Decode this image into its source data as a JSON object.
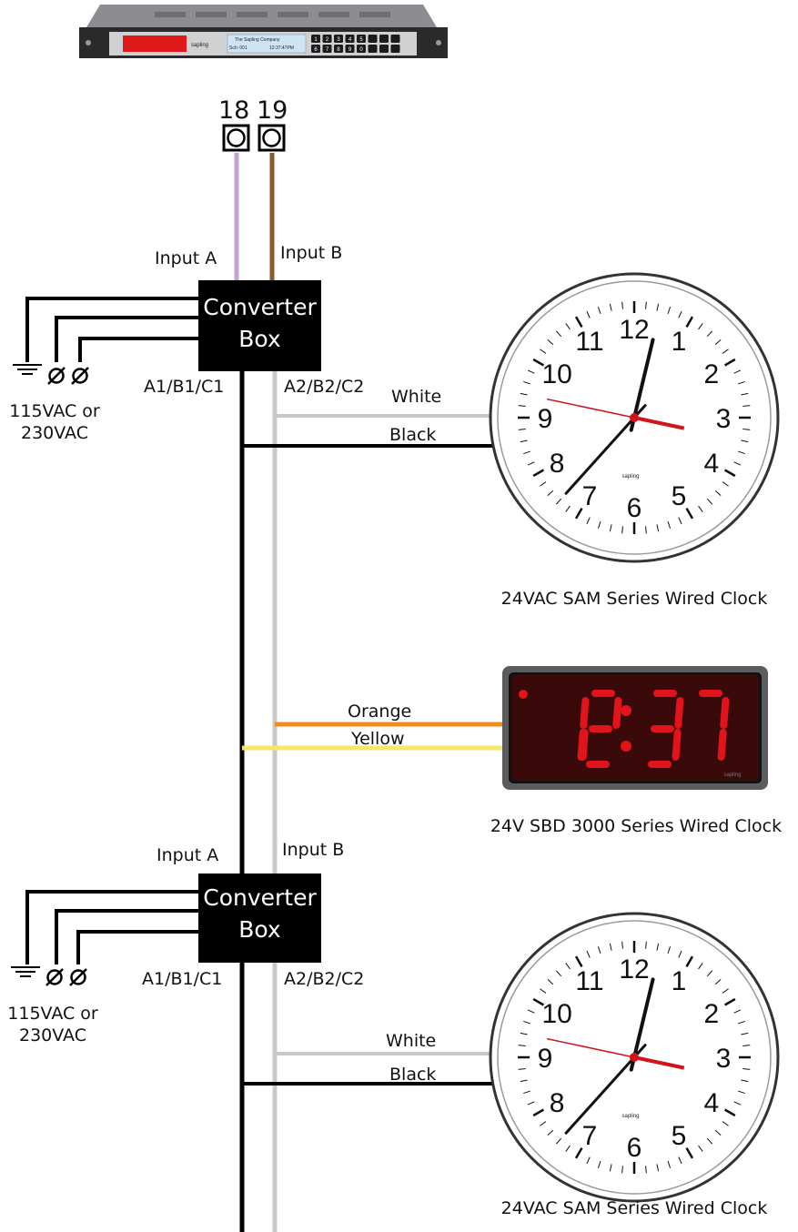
{
  "master_clock": {
    "lcd_line1": "The Sapling Company",
    "lcd_line2_left": "Sch: 001",
    "lcd_line2_right": "12:37:47PM",
    "brand": "sapling",
    "keys": [
      "1",
      "2",
      "3",
      "4",
      "5",
      "",
      "",
      "",
      "6",
      "7",
      "8",
      "9",
      "0",
      "",
      "",
      ""
    ]
  },
  "terminals": {
    "t18": "18",
    "t19": "19"
  },
  "converter_top": {
    "line1": "Converter",
    "line2": "Box",
    "input_a": "Input A",
    "input_b": "Input B",
    "out1": "A1/B1/C1",
    "out2": "A2/B2/C2",
    "power_line1": "115VAC or",
    "power_line2": "230VAC"
  },
  "converter_bottom": {
    "line1": "Converter",
    "line2": "Box",
    "input_a": "Input A",
    "input_b": "Input B",
    "out1": "A1/B1/C1",
    "out2": "A2/B2/C2",
    "power_line1": "115VAC or",
    "power_line2": "230VAC"
  },
  "wires": {
    "white1": "White",
    "black1": "Black",
    "orange": "Orange",
    "yellow": "Yellow",
    "white2": "White",
    "black2": "Black"
  },
  "clock1": {
    "caption": "24VAC SAM Series Wired Clock",
    "numbers": [
      "12",
      "1",
      "2",
      "3",
      "4",
      "5",
      "6",
      "7",
      "8",
      "9",
      "10",
      "11"
    ],
    "brand": "sapling"
  },
  "digital_clock": {
    "caption": "24V SBD 3000 Series Wired Clock",
    "time_hh": "12",
    "time_mm": "37",
    "brand": "sapling"
  },
  "clock2": {
    "caption": "24VAC SAM Series Wired Clock",
    "numbers": [
      "12",
      "1",
      "2",
      "3",
      "4",
      "5",
      "6",
      "7",
      "8",
      "9",
      "10",
      "11"
    ],
    "brand": "sapling"
  },
  "colors": {
    "wire_purple": "#c4a3d6",
    "wire_brown": "#8a5a2c",
    "wire_white": "#c8c8c8",
    "wire_black": "#000000",
    "wire_orange": "#f28c1e",
    "wire_yellow": "#f7e66c",
    "led_red": "#e0141a",
    "second_hand": "#d0141a"
  }
}
